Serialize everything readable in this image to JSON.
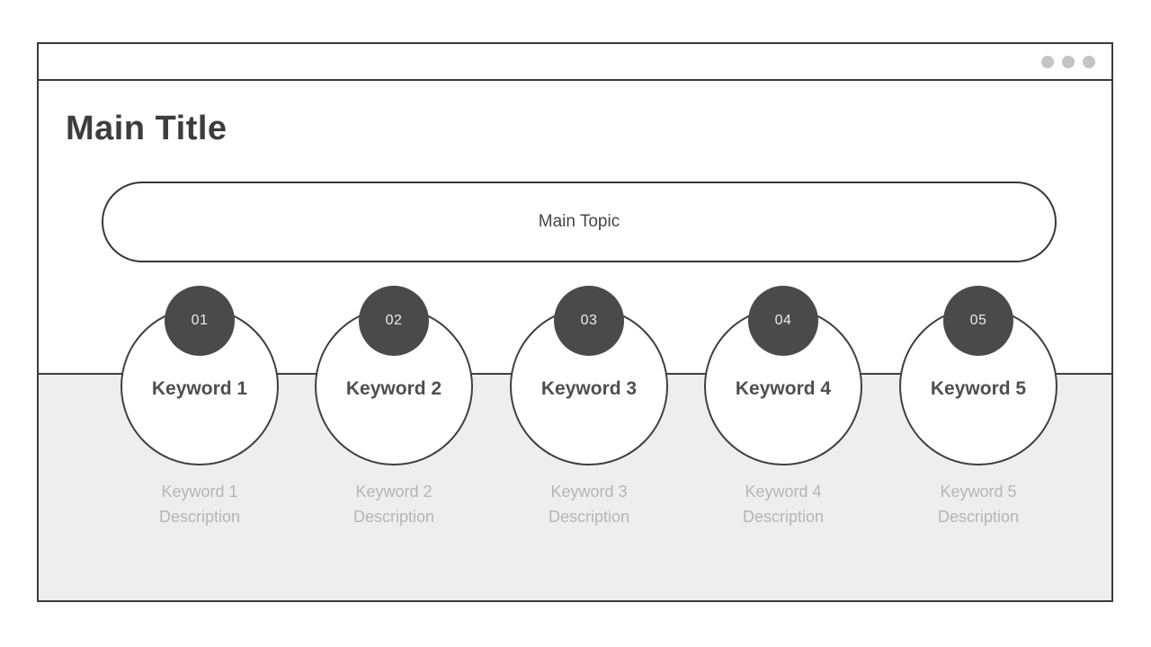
{
  "window": {
    "icons": {
      "window_dots": "three gray circles"
    }
  },
  "header": {
    "main_title": "Main Title"
  },
  "topic": {
    "label": "Main Topic"
  },
  "items": [
    {
      "number": "01",
      "keyword": "Keyword 1",
      "desc_line1": "Keyword 1",
      "desc_line2": "Description"
    },
    {
      "number": "02",
      "keyword": "Keyword 2",
      "desc_line1": "Keyword 2",
      "desc_line2": "Description"
    },
    {
      "number": "03",
      "keyword": "Keyword 3",
      "desc_line1": "Keyword 3",
      "desc_line2": "Description"
    },
    {
      "number": "04",
      "keyword": "Keyword 4",
      "desc_line1": "Keyword 4",
      "desc_line2": "Description"
    },
    {
      "number": "05",
      "keyword": "Keyword 5",
      "desc_line1": "Keyword 5",
      "desc_line2": "Description"
    }
  ],
  "colors": {
    "outline": "#3a3a3a",
    "badge_fill": "#4a4a4a",
    "badge_text": "#ebebeb",
    "title_text": "#3d3d3d",
    "keyword_text": "#4e4e4e",
    "description_text": "#b5b5b5",
    "panel_background": "#eeeeee",
    "window_dot": "#c4c4c4"
  }
}
